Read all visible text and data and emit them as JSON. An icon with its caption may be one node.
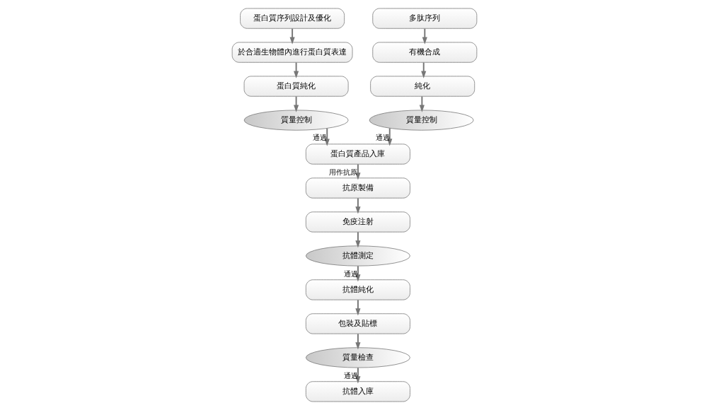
{
  "diagram": {
    "nodes": [
      {
        "text": [
          "蛋白質序列設計及優化"
        ]
      },
      {
        "text": [
          "於合適生物體內進行蛋白質表達"
        ]
      },
      {
        "text": [
          "蛋白質純化"
        ]
      },
      {
        "text": [
          "質量控制"
        ]
      },
      {
        "text": [
          "多肽序列"
        ]
      },
      {
        "text": [
          "有機合成"
        ]
      },
      {
        "text": [
          "純化"
        ]
      },
      {
        "text": [
          "質量控制"
        ]
      },
      {
        "text": [
          "蛋白質產品入庫"
        ]
      },
      {
        "text": [
          "抗原製備"
        ]
      },
      {
        "text": [
          "免疫注射"
        ]
      },
      {
        "text": [
          "抗體測定"
        ]
      },
      {
        "text": [
          "抗體純化"
        ]
      },
      {
        "text": [
          "包裝及貼標"
        ]
      },
      {
        "text": [
          "質量檢查"
        ]
      },
      {
        "text": [
          "抗體入庫"
        ]
      }
    ],
    "edges": [
      {
        "from": 0,
        "to": 1,
        "arrow": "to"
      },
      {
        "from": 1,
        "to": 2,
        "arrow": "to"
      },
      {
        "from": 2,
        "to": 3,
        "arrow": "to"
      },
      {
        "from": 3,
        "to": 8,
        "arrow": "to",
        "label": "通過"
      },
      {
        "from": 4,
        "to": 5,
        "arrow": "to"
      },
      {
        "from": 5,
        "to": 6,
        "arrow": "to"
      },
      {
        "from": 6,
        "to": 7,
        "arrow": "to"
      },
      {
        "from": 7,
        "to": 8,
        "arrow": "to",
        "label": "通過"
      },
      {
        "from": 8,
        "to": 9,
        "arrow": "to",
        "label": "用作抗原"
      },
      {
        "from": 9,
        "to": 10,
        "arrow": "to"
      },
      {
        "from": 10,
        "to": 11,
        "arrow": "to"
      },
      {
        "from": 11,
        "to": 12,
        "arrow": "to",
        "label": "通過"
      },
      {
        "from": 12,
        "to": 13,
        "arrow": "to"
      },
      {
        "from": 13,
        "to": 14,
        "arrow": "to"
      },
      {
        "from": 14,
        "to": 15,
        "arrow": "to",
        "label": "通過"
      }
    ]
  }
}
